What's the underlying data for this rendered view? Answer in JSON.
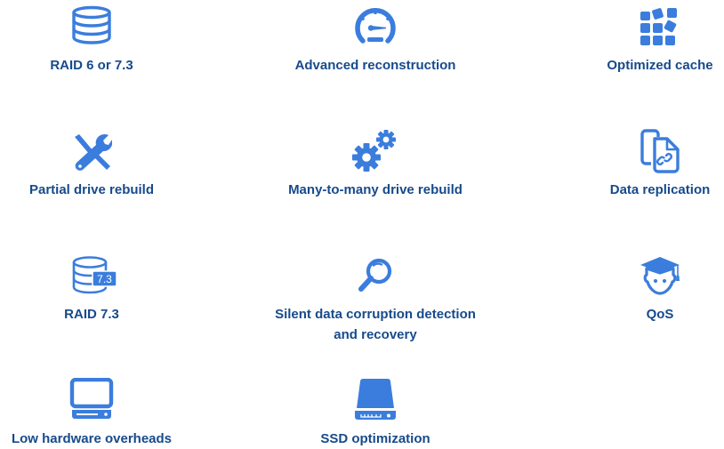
{
  "colors": {
    "icon": "#3b7ddd",
    "label": "#174a8c",
    "background": "#ffffff"
  },
  "features": [
    {
      "label": "RAID 6 or 7.3",
      "icon": "database-icon"
    },
    {
      "label": "Advanced reconstruction",
      "icon": "speedometer-icon"
    },
    {
      "label": "Optimized cache",
      "icon": "blocks-grid-icon"
    },
    {
      "label": "Partial drive rebuild",
      "icon": "wrench-screwdriver-icon"
    },
    {
      "label": "Many-to-many drive rebuild",
      "icon": "gears-icon"
    },
    {
      "label": "Data replication",
      "icon": "linked-documents-icon"
    },
    {
      "label": "RAID 7.3",
      "icon": "database-raid-icon",
      "badge": "7.3"
    },
    {
      "label": "Silent data corruption detection",
      "label2": "and recovery",
      "icon": "magnifier-icon"
    },
    {
      "label": "QoS",
      "icon": "graduate-face-icon"
    },
    {
      "label": "Low hardware overheads",
      "icon": "computer-monitor-icon"
    },
    {
      "label": "SSD optimization",
      "icon": "ssd-drive-icon"
    }
  ]
}
